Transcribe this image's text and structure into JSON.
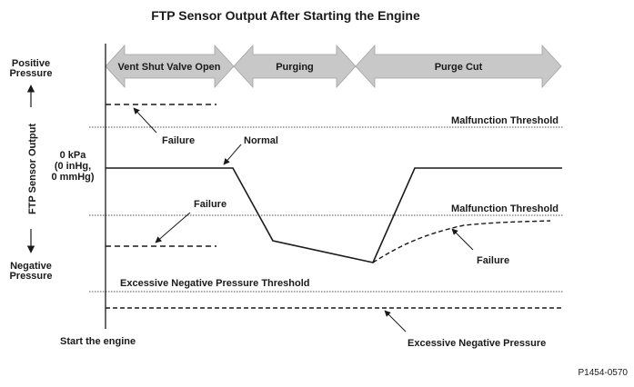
{
  "title": "FTP Sensor Output After Starting the Engine",
  "phases": {
    "vent": "Vent Shut Valve Open",
    "purging": "Purging",
    "purge_cut": "Purge Cut"
  },
  "y_axis": {
    "label": "FTP Sensor Output",
    "positive": [
      "Positive",
      "Pressure"
    ],
    "negative": [
      "Negative",
      "Pressure"
    ],
    "zero": [
      "0 kPa",
      "(0 inHg,",
      "0 mmHg)"
    ]
  },
  "thresholds": {
    "upper": "Malfunction Threshold",
    "lower": "Malfunction Threshold",
    "excessive": "Excessive Negative Pressure Threshold"
  },
  "labels": {
    "failure_upper": "Failure",
    "normal": "Normal",
    "failure_lower": "Failure",
    "failure_recovery": "Failure",
    "excessive_negative": "Excessive Negative Pressure",
    "start": "Start the engine",
    "figure_code": "P1454-0570"
  },
  "colors": {
    "ink": "#1a1a1a",
    "phase_arrow": "#c8c8c8",
    "phase_arrow_edge": "#a0a0a0"
  }
}
